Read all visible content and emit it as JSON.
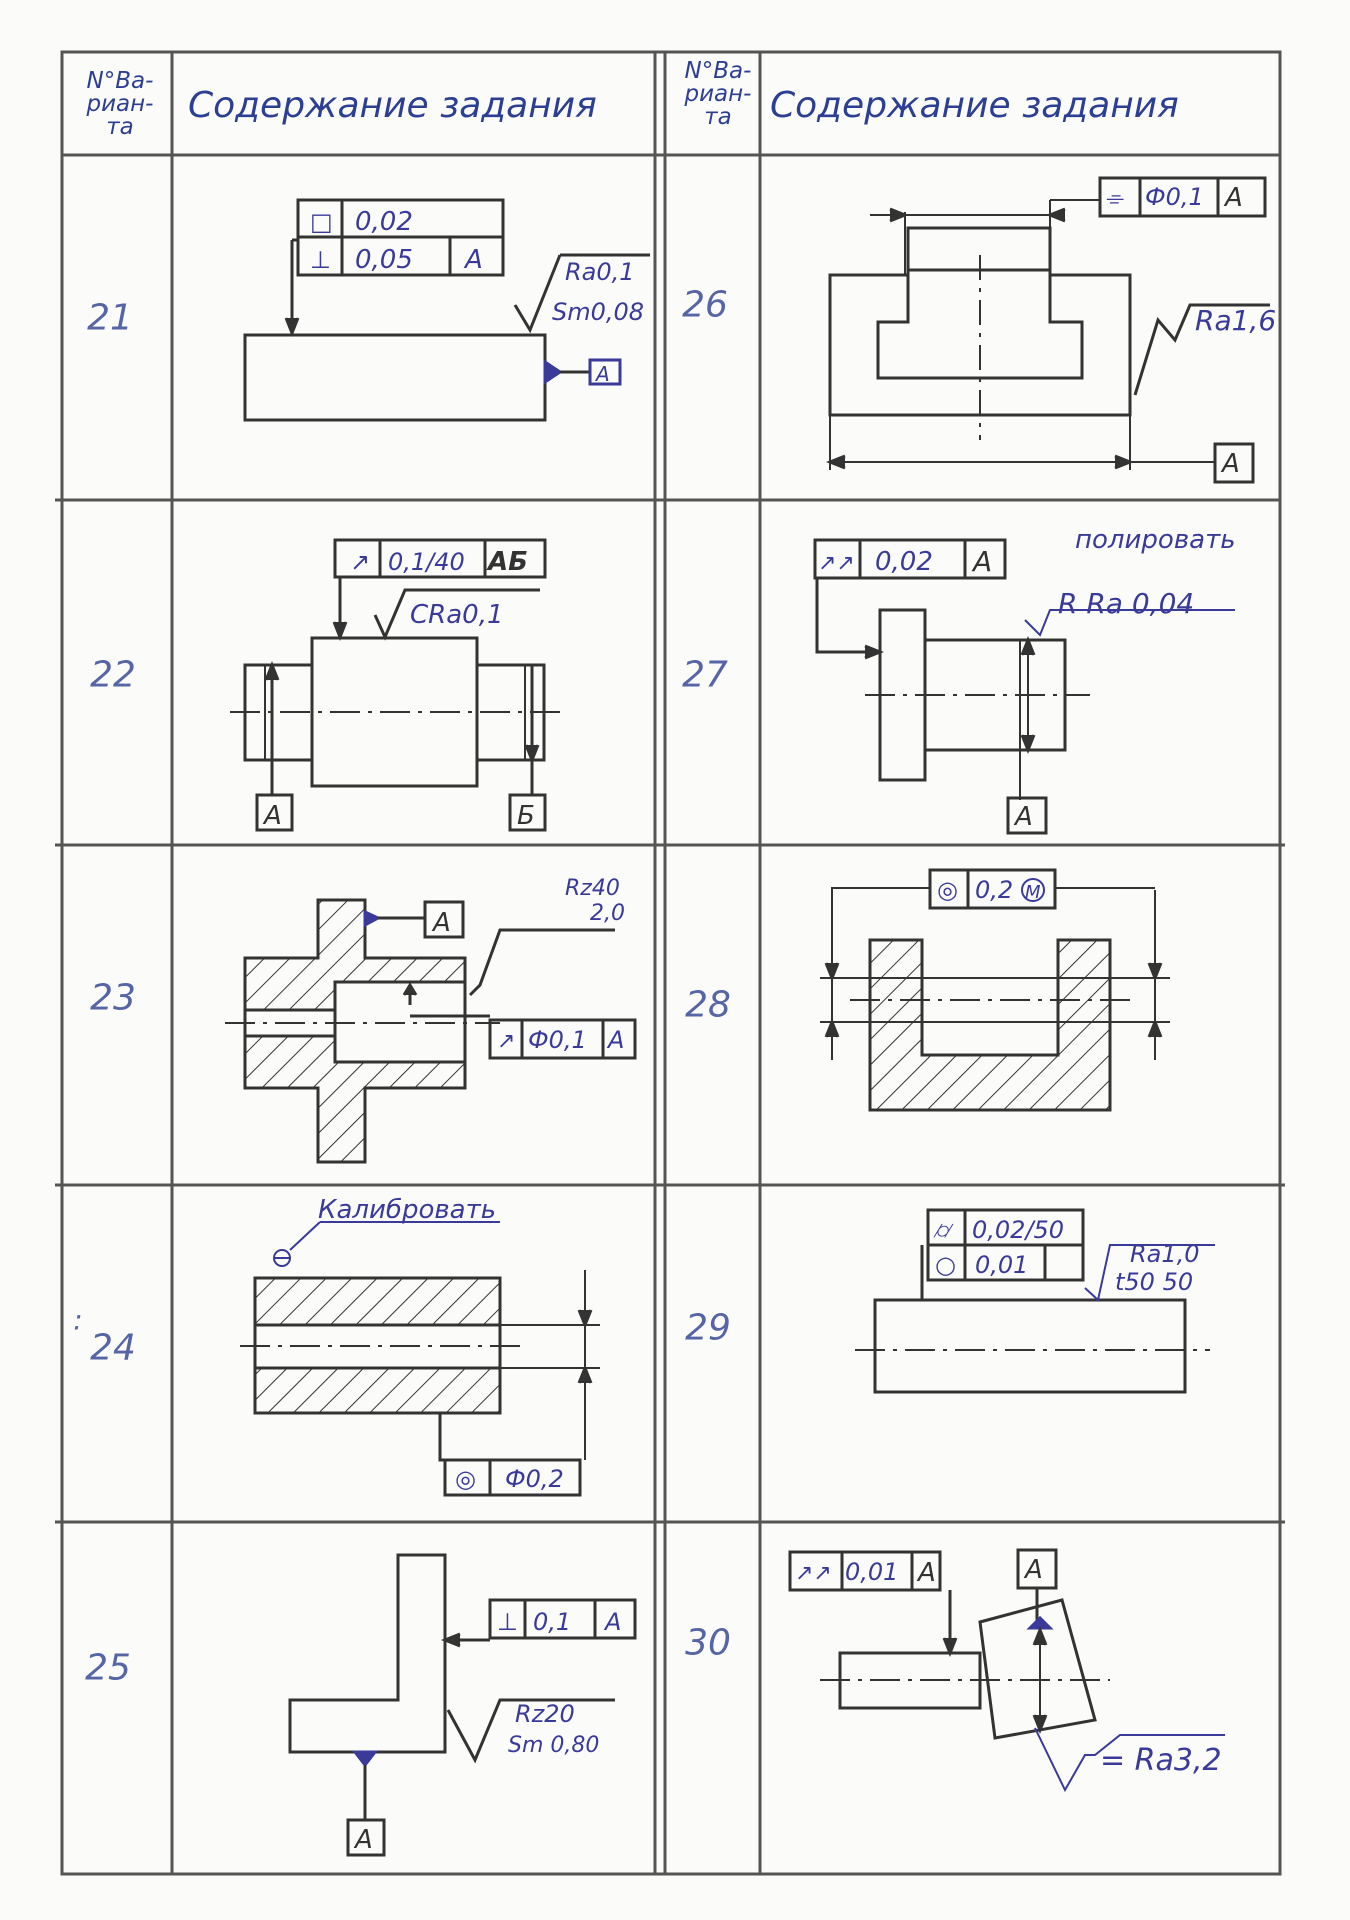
{
  "header": {
    "col_variant_line1": "N°Ва-",
    "col_variant_line2": "риан-",
    "col_variant_line3": "та",
    "col_content": "Содержание задания",
    "col_variant_right_line1": "N°Ва-",
    "col_variant_right_line2": "риан-",
    "col_variant_right_line3": "та",
    "col_content_right": "Содержание задания"
  },
  "variants": [
    "21",
    "22",
    "23",
    "24",
    "25",
    "26",
    "27",
    "28",
    "29",
    "30"
  ],
  "variant_24_mark": ":",
  "v21": {
    "frame_row1_sym": "□",
    "frame_row1_tol": "0,02",
    "frame_row2_sym": "⊥",
    "frame_row2_tol": "0,05",
    "frame_row2_datum": "A",
    "ra": "Ra0,1",
    "sm": "Sm0,08",
    "datum": "A"
  },
  "v22": {
    "frame_sym": "↗",
    "frame_tol": "0,1/40",
    "frame_datum": "АБ",
    "roughness": "CRa0,1",
    "datum_left": "A",
    "datum_right": "Б"
  },
  "v23": {
    "datum": "A",
    "rz": "Rz40",
    "rz2": "2,0",
    "frame_sym": "↗",
    "frame_tol": "Ф0,1",
    "frame_datum": "A"
  },
  "v24": {
    "note": "Калибровать",
    "frame_sym": "◎",
    "frame_tol": "Ф0,2"
  },
  "v25": {
    "frame_sym": "⊥",
    "frame_tol": "0,1",
    "frame_datum": "A",
    "rz": "Rz20",
    "sm": "Sm 0,80",
    "datum": "A"
  },
  "v26": {
    "frame_sym": "⌯",
    "frame_tol": "Ф0,1",
    "frame_datum": "A",
    "ra": "Ra1,6",
    "datum": "A"
  },
  "v27": {
    "frame_sym": "↗↗",
    "frame_tol": "0,02",
    "frame_datum": "A",
    "note": "полировать",
    "roughness": "R Ra 0,04",
    "datum": "A"
  },
  "v28": {
    "frame_sym": "◎",
    "frame_tol": "0,2",
    "frame_mod": "M"
  },
  "v29": {
    "row1_sym": "⌭",
    "row1_tol": "0,02/50",
    "row2_sym": "○",
    "row2_tol": "0,01",
    "ra": "Ra1,0",
    "tp": "t50 50"
  },
  "v30": {
    "frame_sym": "↗↗",
    "frame_tol": "0,01",
    "frame_datum": "A",
    "datum": "A",
    "roughness": "= Ra3,2"
  }
}
